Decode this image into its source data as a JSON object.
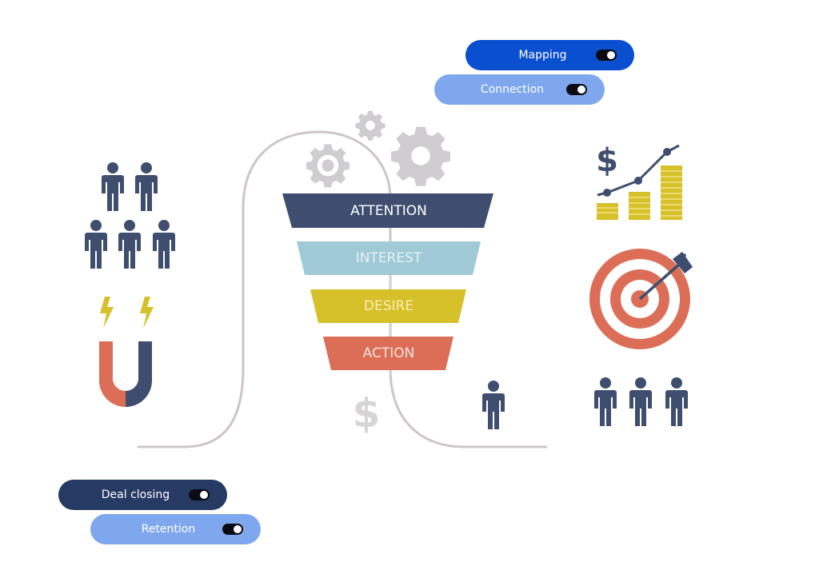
{
  "toggles": {
    "mapping": {
      "label": "Mapping",
      "on": true
    },
    "connection": {
      "label": "Connection",
      "on": true
    },
    "deal_closing": {
      "label": "Deal closing",
      "on": true
    },
    "retention": {
      "label": "Retention",
      "on": true
    }
  },
  "funnel": {
    "stages": [
      {
        "label": "ATTENTION",
        "color": "#3f4e6e"
      },
      {
        "label": "INTEREST",
        "color": "#9fcad6"
      },
      {
        "label": "DESIRE",
        "color": "#d7c12b"
      },
      {
        "label": "ACTION",
        "color": "#dc6e58"
      }
    ]
  },
  "symbols": {
    "dollar_large": "$",
    "dollar_small": "$"
  },
  "colors": {
    "navy": "#3f4e6e",
    "gear_gray": "#cfcdd0",
    "curve_gray": "#cdc6c6",
    "target_red": "#dc6e58",
    "coin_yellow": "#d7c12b",
    "mapping_blue": "#0a4fd0",
    "light_blue": "#7fa7ee",
    "deal_navy": "#273a63"
  },
  "icons": [
    "gear-icon",
    "people-icon",
    "magnet-icon",
    "lightning-icon",
    "dollar-icon",
    "growth-chart-icon",
    "target-icon",
    "dart-icon",
    "person-icon",
    "toggle-switch-icon"
  ]
}
